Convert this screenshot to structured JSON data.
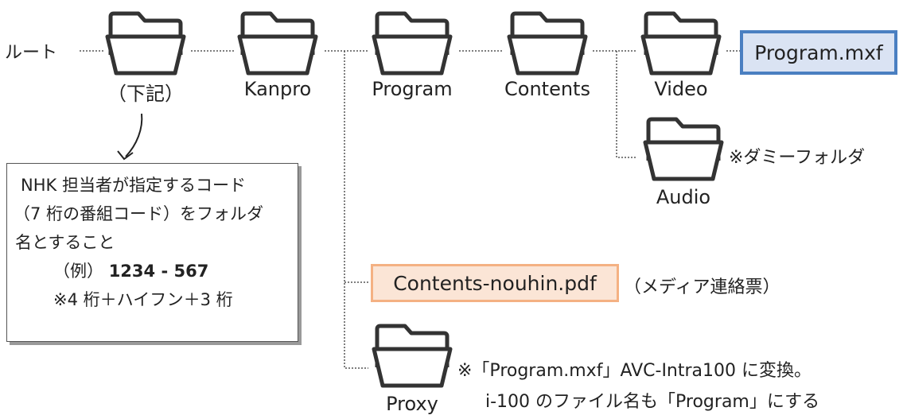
{
  "root_label": "ルート",
  "folders": {
    "kika": "（下記）",
    "kanpro": "Kanpro",
    "program": "Program",
    "contents": "Contents",
    "video": "Video",
    "audio": "Audio",
    "proxy": "Proxy"
  },
  "files": {
    "program_mxf": "Program.mxf",
    "contents_pdf": "Contents-nouhin.pdf"
  },
  "notes": {
    "dummy": "※ダミーフォルダ",
    "media_slip": "（メディア連絡票）",
    "proxy_line1": "※「Program.mxf」AVC-Intra100 に変換。",
    "proxy_line2": "i-100 のファイル名も「Program」にする"
  },
  "callout": {
    "line1": "NHK 担当者が指定するコード",
    "line2": "（7 桁の番組コード）をフォルダ",
    "line3": "名とすること",
    "example_prefix": "（例）",
    "example_code": "1234 - 567",
    "line5": "※4 桁＋ハイフン＋3 桁"
  },
  "colors": {
    "program_mxf_fill": "#dae3f3",
    "program_mxf_border": "#4a7fc1",
    "contents_pdf_fill": "#fbe5d6",
    "contents_pdf_border": "#f4b183",
    "folder_stroke": "#333333"
  }
}
